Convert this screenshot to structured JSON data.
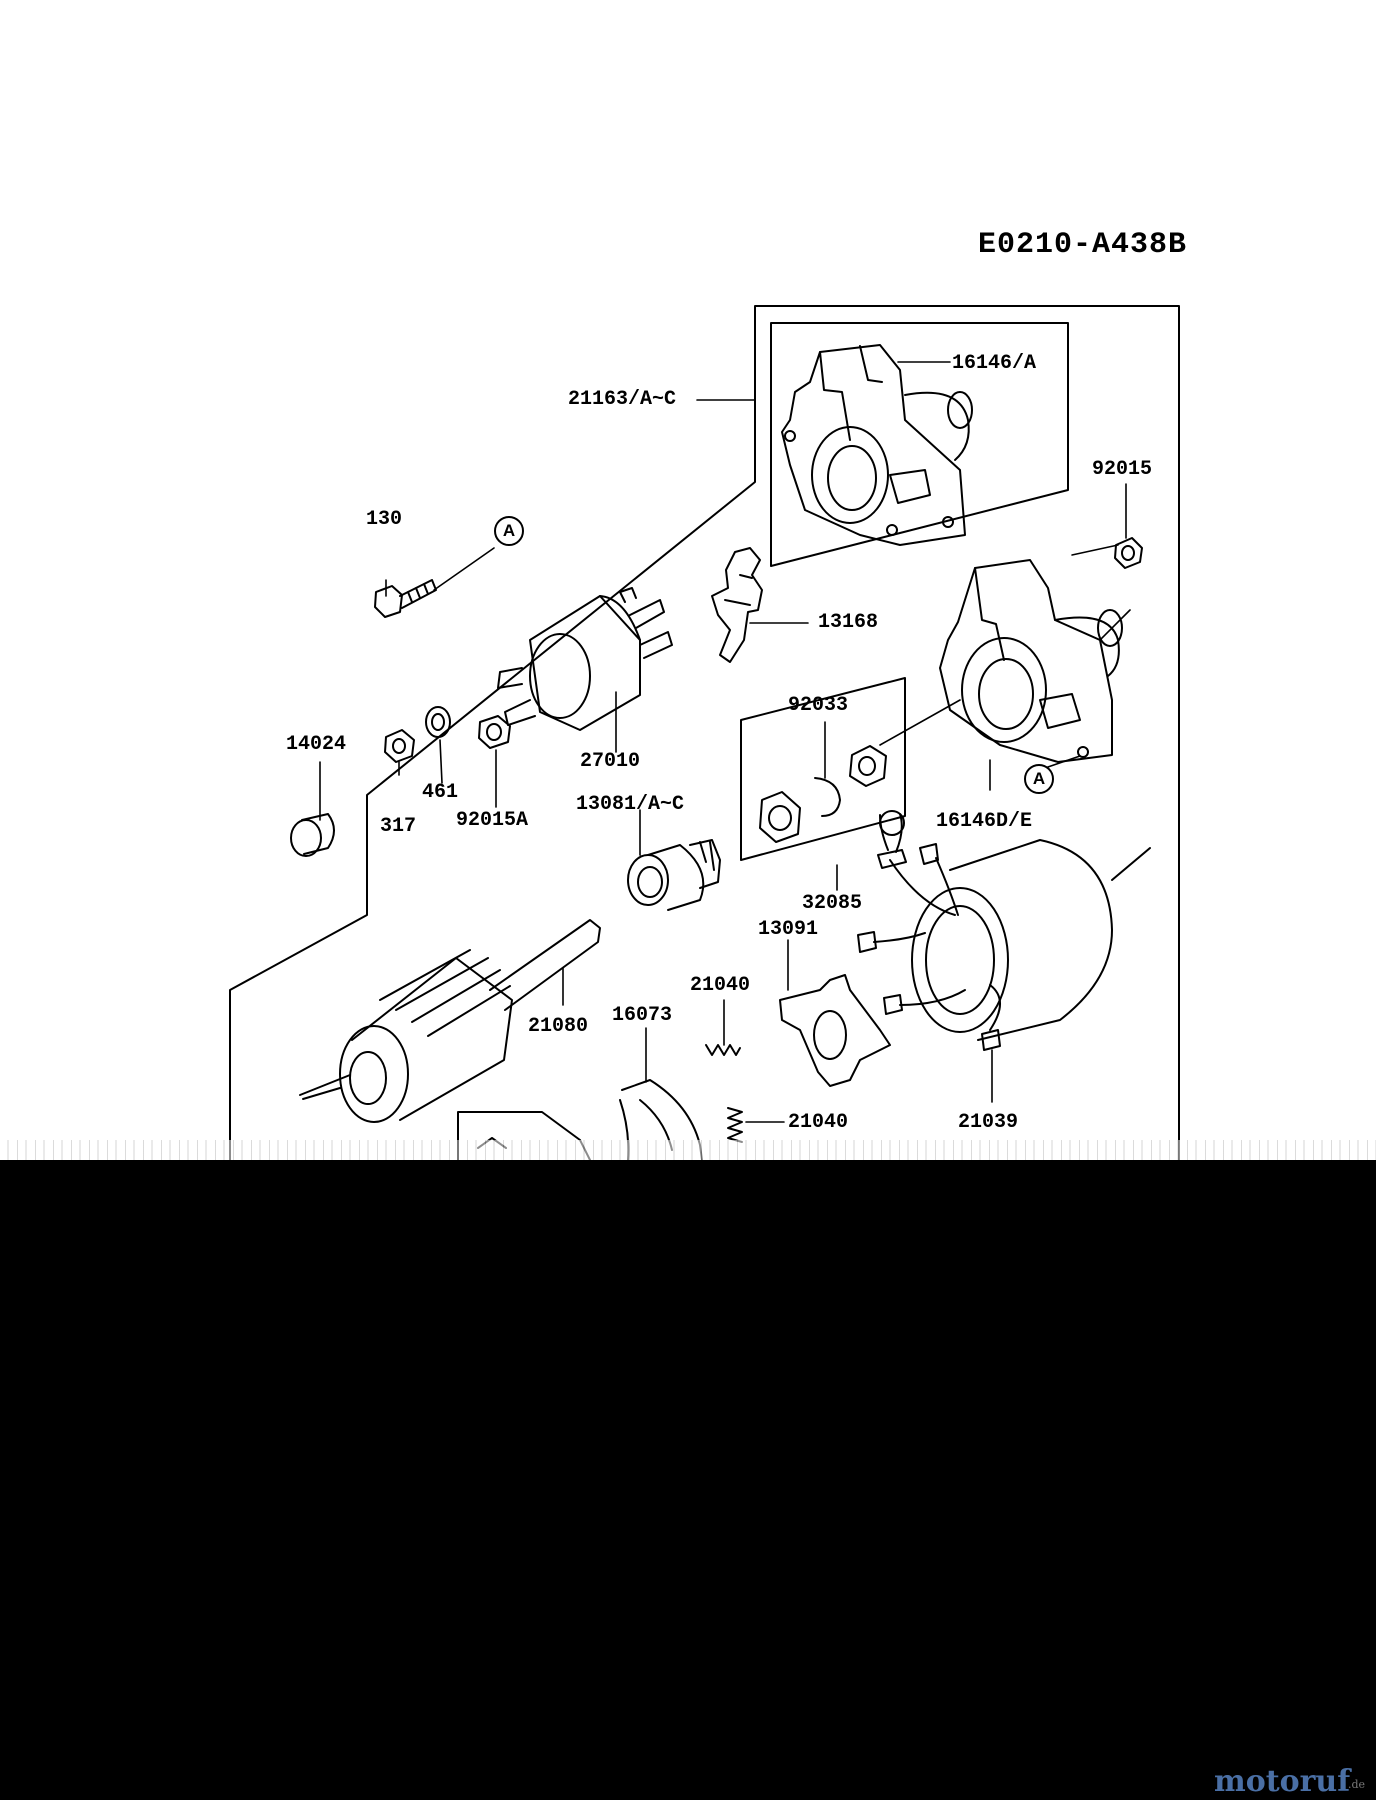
{
  "diagram": {
    "code": "E0210-A438B",
    "reference_marker": "A",
    "part_labels": {
      "p21163": "21163/A~C",
      "p16146a": "16146/A",
      "p92015": "92015",
      "p130": "130",
      "p13168": "13168",
      "p14024": "14024",
      "p461": "461",
      "p317": "317",
      "p92015a": "92015A",
      "p27010": "27010",
      "p92033": "92033",
      "p16146de": "16146D/E",
      "p13081": "13081/A~C",
      "p32085": "32085",
      "p13091": "13091",
      "p21080": "21080",
      "p21040a": "21040",
      "p16073": "16073",
      "p21040b": "21040",
      "p21039": "21039"
    }
  },
  "watermark": {
    "main": "motoruf",
    "suffix": ".de"
  },
  "colors": {
    "line": "#000000",
    "paper": "#ffffff",
    "background": "#000000",
    "watermark": "#4a6fa5"
  }
}
